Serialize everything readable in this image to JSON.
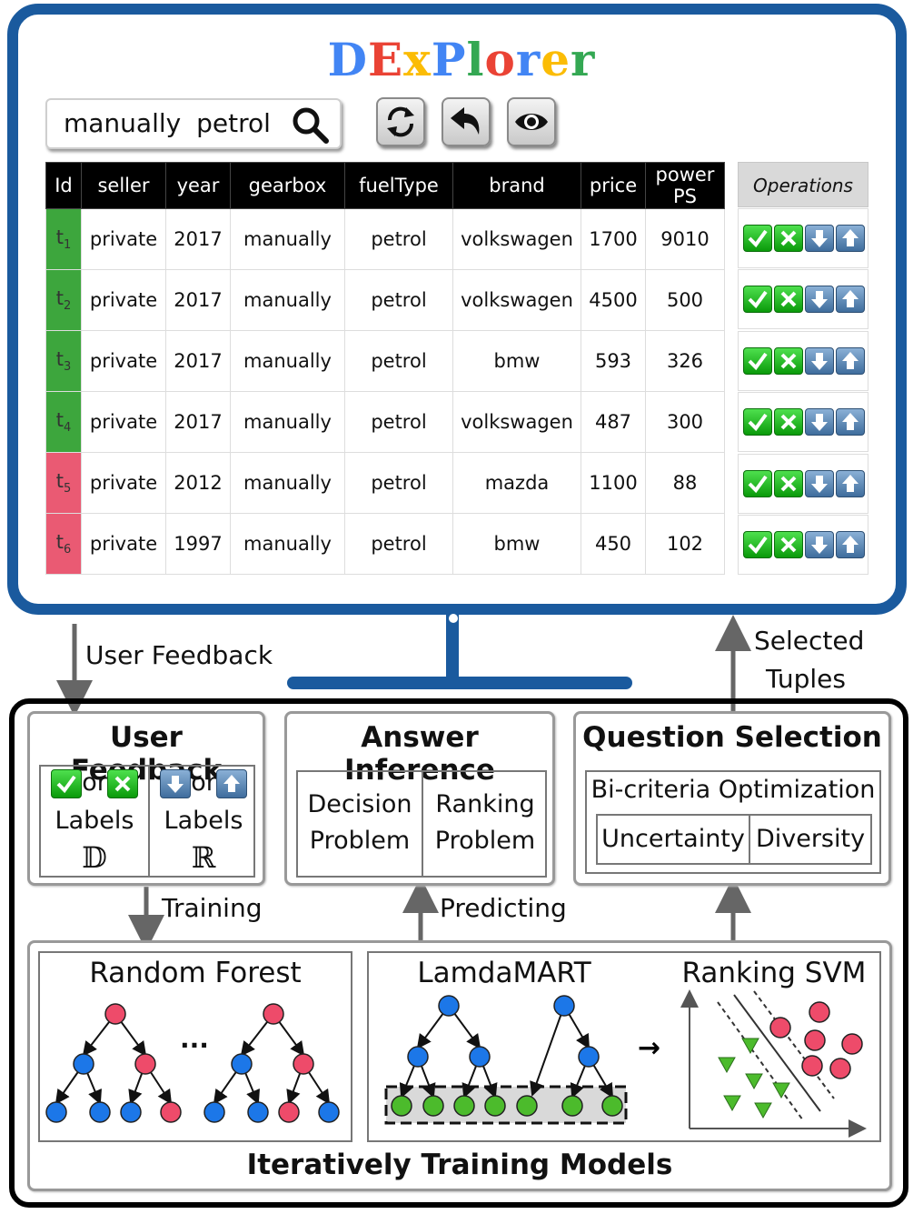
{
  "app": {
    "title": "DExPlorer",
    "title_letters": [
      {
        "ch": "D",
        "color": "#4285f4"
      },
      {
        "ch": "E",
        "color": "#ea4335"
      },
      {
        "ch": "x",
        "color": "#fbbc05"
      },
      {
        "ch": "P",
        "color": "#4285f4"
      },
      {
        "ch": "l",
        "color": "#34a853"
      },
      {
        "ch": "o",
        "color": "#ea4335"
      },
      {
        "ch": "r",
        "color": "#4285f4"
      },
      {
        "ch": "e",
        "color": "#fbbc05"
      },
      {
        "ch": "r",
        "color": "#34a853"
      }
    ]
  },
  "search": {
    "value": "manually  petrol",
    "icon": "search-icon"
  },
  "toolbar": {
    "buttons": [
      "refresh-icon",
      "undo-icon",
      "eye-icon"
    ]
  },
  "table": {
    "columns": [
      "Id",
      "seller",
      "year",
      "gearbox",
      "fuelType",
      "brand",
      "price",
      "power PS"
    ],
    "rows": [
      {
        "id": "t",
        "sub": "1",
        "status": "positive",
        "cells": [
          "private",
          "2017",
          "manually",
          "petrol",
          "volkswagen",
          "1700",
          "9010"
        ]
      },
      {
        "id": "t",
        "sub": "2",
        "status": "positive",
        "cells": [
          "private",
          "2017",
          "manually",
          "petrol",
          "volkswagen",
          "4500",
          "500"
        ]
      },
      {
        "id": "t",
        "sub": "3",
        "status": "positive",
        "cells": [
          "private",
          "2017",
          "manually",
          "petrol",
          "bmw",
          "593",
          "326"
        ]
      },
      {
        "id": "t",
        "sub": "4",
        "status": "positive",
        "cells": [
          "private",
          "2017",
          "manually",
          "petrol",
          "volkswagen",
          "487",
          "300"
        ]
      },
      {
        "id": "t",
        "sub": "5",
        "status": "negative",
        "cells": [
          "private",
          "2012",
          "manually",
          "petrol",
          "mazda",
          "1100",
          "88"
        ]
      },
      {
        "id": "t",
        "sub": "6",
        "status": "negative",
        "cells": [
          "private",
          "1997",
          "manually",
          "petrol",
          "bmw",
          "450",
          "102"
        ]
      }
    ],
    "status_colors": {
      "positive": "#3da63d",
      "negative": "#ea5a73"
    },
    "operations_header": "Operations",
    "operations": [
      "accept-icon",
      "reject-icon",
      "rank-down-icon",
      "rank-up-icon"
    ]
  },
  "arrows": {
    "user_feedback": "User Feedback",
    "selected_tuples_1": "Selected",
    "selected_tuples_2": "Tuples",
    "training": "Training",
    "predicting": "Predicting"
  },
  "framework": {
    "user_feedback": {
      "title": "User Feedback",
      "or": "or",
      "labels": "Labels",
      "left_symbol": "𝔻",
      "right_symbol": "ℝ"
    },
    "answer_inference": {
      "title": "Answer Inference",
      "left_1": "Decision",
      "left_2": "Problem",
      "right_1": "Ranking",
      "right_2": "Problem"
    },
    "question_selection": {
      "title": "Question Selection",
      "subtitle": "Bi-criteria Optimization",
      "left": "Uncertainty",
      "right": "Diversity"
    },
    "models": {
      "random_forest": "Random Forest",
      "ellipsis": "...",
      "lamdamart": "LamdaMART",
      "ranking_svm": "Ranking SVM",
      "footer": "Iteratively Training Models"
    },
    "node_colors": {
      "red": "#ee4b6a",
      "blue": "#1c77e8",
      "green": "#4cbb2c"
    }
  }
}
